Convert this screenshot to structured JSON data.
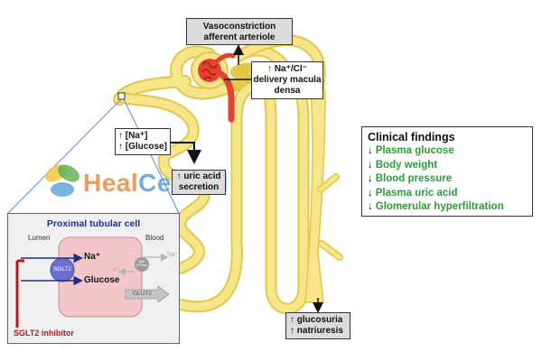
{
  "labels": {
    "vasoconstriction_line1": "Vasoconstriction",
    "vasoconstriction_line2": "afferent arteriole",
    "macula_line1": "↑ Na⁺/Cl⁻",
    "macula_line2": "delivery macula",
    "macula_line3": "densa",
    "na_glucose_line1": "↑ [Na⁺]",
    "na_glucose_line2": "↑ [Glucose]",
    "uric_line1": "↑ uric acid",
    "uric_line2": "secretion",
    "gluco_line1": "↑ glucosuria",
    "gluco_line2": "↑ natriuresis"
  },
  "clinical": {
    "title": "Clinical findings",
    "items": [
      {
        "arrow": "↓",
        "text": "Plasma glucose"
      },
      {
        "arrow": "↓",
        "text": "Body weight"
      },
      {
        "arrow": "↓",
        "text": "Blood pressure"
      },
      {
        "arrow": "↓",
        "text": "Plasma uric acid"
      },
      {
        "arrow": "↓",
        "text": "Glomerular hyperfiltration"
      }
    ]
  },
  "cell_panel": {
    "title": "Proximal tubular cell",
    "lumen": "Lumen",
    "blood": "Blood",
    "na_lumen": "Na⁺",
    "na_blood": "Na⁺",
    "k_blood": "K⁺",
    "glucose": "Glucose",
    "sglt2": "SGLT2",
    "atpase_line1": "NaK",
    "atpase_line2": "ATPase",
    "glut2": "GLUT2",
    "inhibitor": "SGLT2 inhibitor"
  },
  "watermark": {
    "part1": "Heal",
    "part2": "Central"
  },
  "colors": {
    "tubule": "#f6e58a",
    "tubule_edge": "#e2c84a",
    "artery": "#e8402f",
    "green": "#2e9b3a",
    "navy": "#1f2f8a",
    "inhibitor": "#b01a1a",
    "cell_fill": "#f3c6c9",
    "sglt2_fill": "#6b6fcf"
  }
}
